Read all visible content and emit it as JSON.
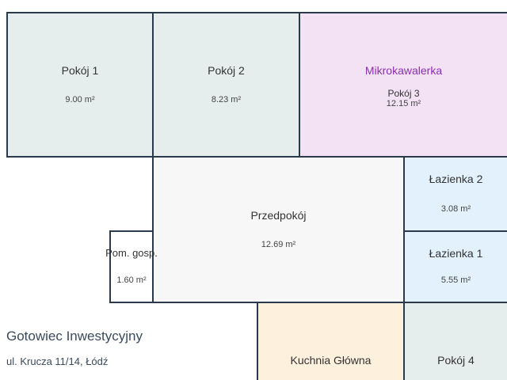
{
  "rooms": {
    "pokoj1": {
      "name": "Pokój 1",
      "area": "9.00 m²"
    },
    "pokoj2": {
      "name": "Pokój 2",
      "area": "8.23 m²"
    },
    "pokoj3": {
      "highlight": "Mikrokawalerka",
      "name": "Pokój 3",
      "area": "12.15 m²",
      "highlight_color": "#8a2fb0"
    },
    "przedpokoj": {
      "name": "Przedpokój",
      "area": "12.69 m²"
    },
    "lazienka2": {
      "name": "Łazienka 2",
      "area": "3.08 m²"
    },
    "lazienka1": {
      "name": "Łazienka 1",
      "area": "5.55 m²"
    },
    "pomgosp": {
      "name": "Pom. gosp.",
      "area": "1.60 m²"
    },
    "kuchnia": {
      "name": "Kuchnia Główna"
    },
    "pokoj4": {
      "name": "Pokój 4"
    }
  },
  "company": {
    "name": "Gotowiec Inwestycyjny",
    "address": "ul. Krucza 11/14, Łódź"
  }
}
